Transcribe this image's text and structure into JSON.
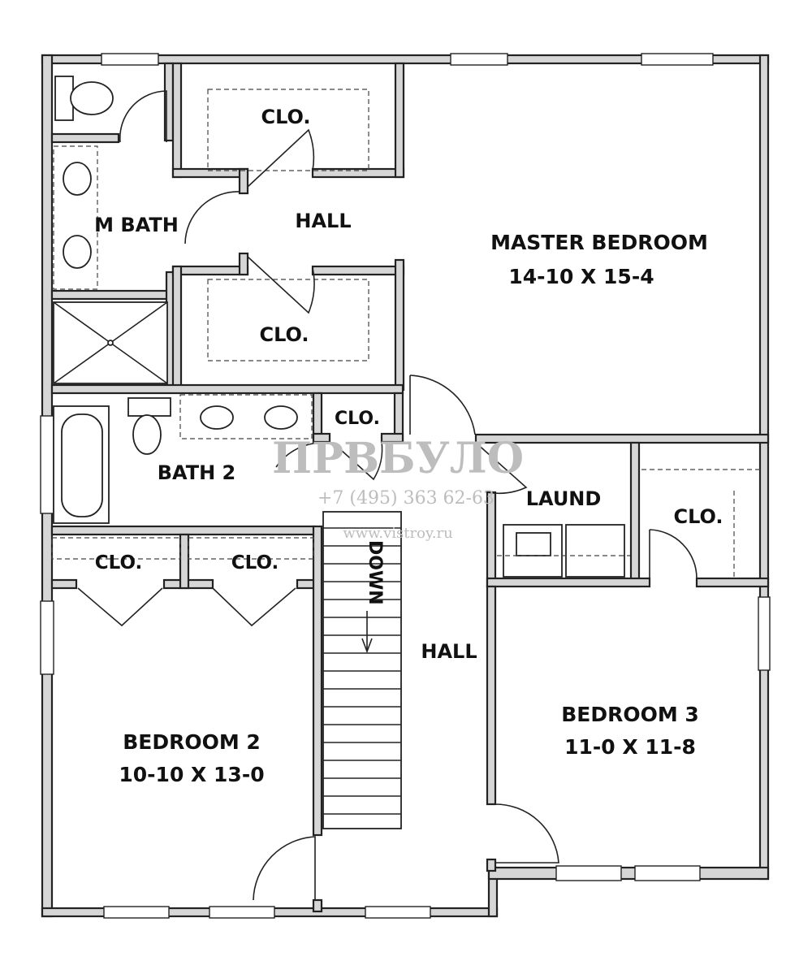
{
  "rooms": {
    "master_bath": "M BATH",
    "hall_upper": "HALL",
    "clo_top": "CLO.",
    "clo_mid": "CLO.",
    "master_bedroom": {
      "name": "MASTER BEDROOM",
      "size": "14-10 X 15-4"
    },
    "clo_small": "CLO.",
    "bath2": "BATH 2",
    "laund": "LAUND",
    "clo_right": "CLO.",
    "clo_left_a": "CLO.",
    "clo_left_b": "CLO.",
    "stair": "DOWN",
    "hall_main": "HALL",
    "bedroom2": {
      "name": "BEDROOM 2",
      "size": "10-10 X 13-0"
    },
    "bedroom3": {
      "name": "BEDROOM 3",
      "size": "11-0 X 11-8"
    }
  },
  "watermark": {
    "brand": "ПРВБУЛО",
    "phone": "+7 (495) 363 62-63",
    "site": "www.vistroy.ru"
  }
}
